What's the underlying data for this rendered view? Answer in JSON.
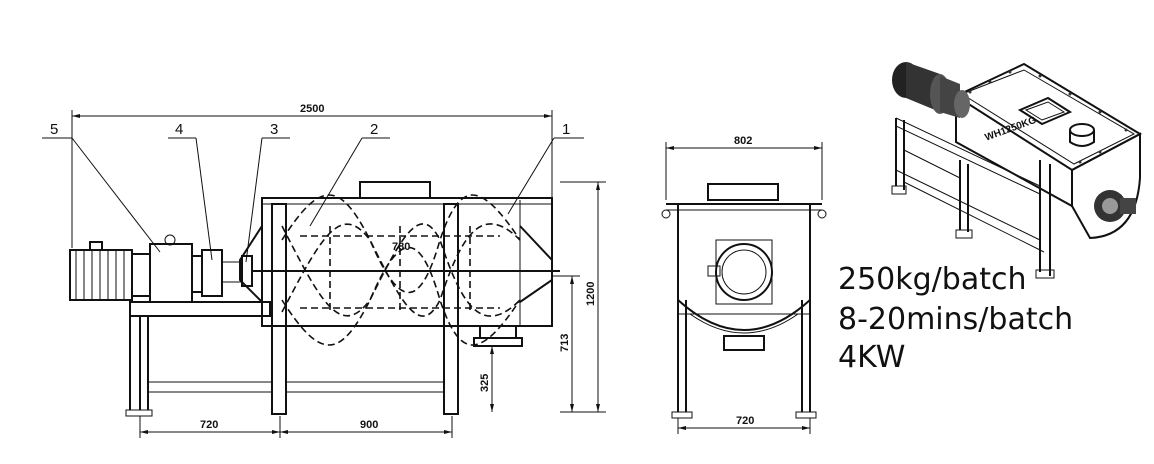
{
  "dimensions": {
    "total_length": "2500",
    "motor_section": "720",
    "leg_span": "900",
    "height_total": "1200",
    "height_discharge": "713",
    "height_outlet": "325",
    "helix_width": "780",
    "end_top_width": "802",
    "end_base_width": "720"
  },
  "callouts": [
    "5",
    "4",
    "3",
    "2",
    "1"
  ],
  "iso_label": "WH1250KG",
  "specs": {
    "capacity": "250kg/batch",
    "mixing_time": "8-20mins/batch",
    "power": "4KW"
  }
}
